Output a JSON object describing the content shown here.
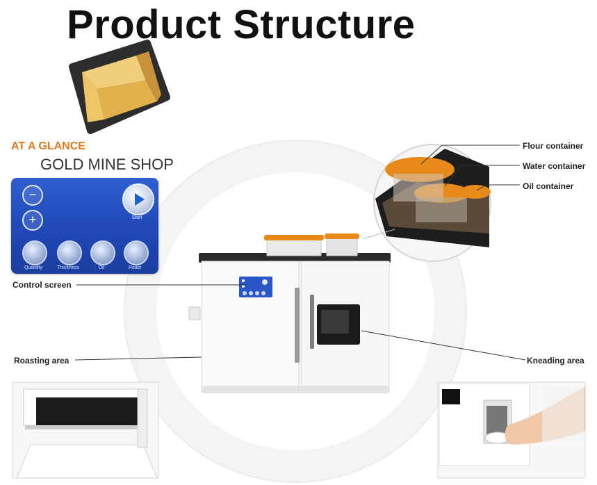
{
  "title": "Product Structure",
  "brand": {
    "tag": "AT A GLANCE",
    "name": "GOLD MINE SHOP"
  },
  "callouts": {
    "flour": "Flour container",
    "water": "Water container",
    "oil": "Oil container",
    "control": "Control screen",
    "roasting": "Roasting area",
    "kneading": "Kneading area"
  },
  "panel": {
    "start": "Start",
    "buttons": [
      "Quantity",
      "Thickness",
      "Oil",
      "Roast"
    ]
  },
  "colors": {
    "accent": "#e07a1e",
    "panel": "#2552c4",
    "lid": "#e88a1a",
    "logo_gold": "#e6b84a"
  },
  "icons": [
    "gold-bar-logo-icon",
    "minus-icon",
    "plus-icon",
    "play-icon"
  ]
}
